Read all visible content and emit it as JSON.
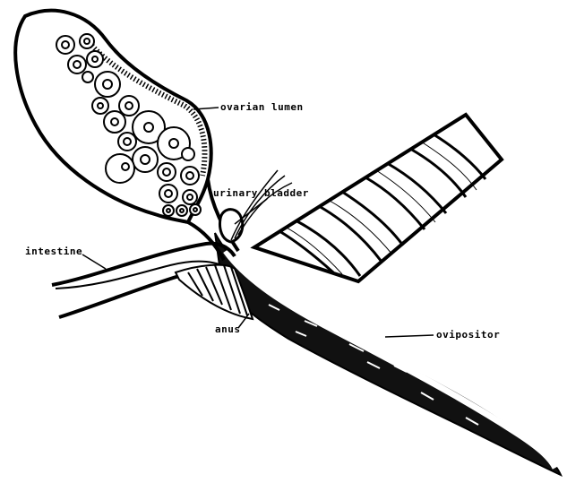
{
  "labels": {
    "ovarian_lumen": "ovarian lumen",
    "urinary_bladder": "urinary bladder",
    "intestine": "intestine",
    "anus": "anus",
    "ovipositor": "ovipositor"
  },
  "colors": {
    "ink": "#000000",
    "paper": "#ffffff"
  }
}
